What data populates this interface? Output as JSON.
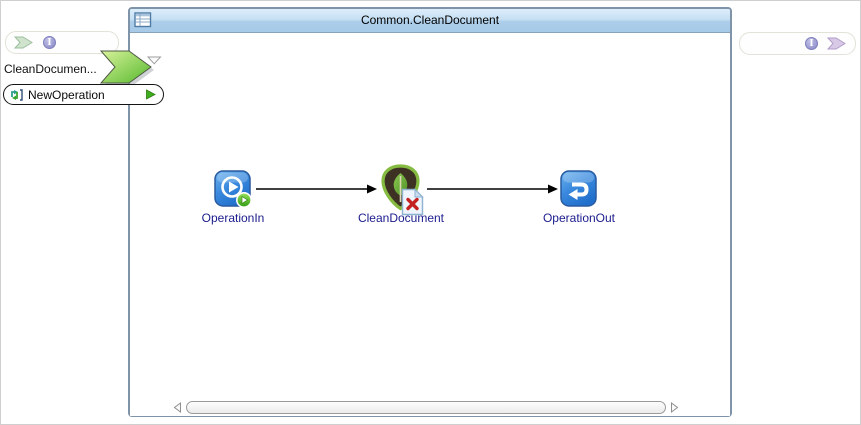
{
  "window": {
    "background": "#ffffff",
    "border_color": "#cfcfcf"
  },
  "left_panel": {
    "toolbar": {
      "icons": [
        "forward-chevron-icon",
        "info-icon"
      ],
      "info_glyph": "I"
    },
    "operation_label": "CleanDocumen...",
    "operation_item": {
      "label": "NewOperation",
      "icons": [
        "operation-sync-icon",
        "run-play-icon"
      ]
    }
  },
  "right_panel": {
    "toolbar": {
      "icons": [
        "info-icon",
        "back-chevron-icon"
      ],
      "info_glyph": "I"
    }
  },
  "diagram": {
    "title": "Common.CleanDocument",
    "title_icon": "table-icon",
    "nodes": [
      {
        "id": "operation-in",
        "label": "OperationIn",
        "icon": "play-circle-icon",
        "badge": "green-run-badge"
      },
      {
        "id": "clean-document",
        "label": "CleanDocument",
        "icon": "mongodb-leaf-icon",
        "badge": "document-error-badge"
      },
      {
        "id": "operation-out",
        "label": "OperationOut",
        "icon": "return-arrow-icon"
      }
    ],
    "edges": [
      {
        "from": "operation-in",
        "to": "clean-document"
      },
      {
        "from": "clean-document",
        "to": "operation-out"
      }
    ],
    "scrollbar": {
      "orientation": "horizontal",
      "thumb_extent": "full"
    }
  },
  "colors": {
    "panel_border": "#7f94a8",
    "titlebar_gradient_top": "#ddeefb",
    "titlebar_gradient_bottom": "#a6cae8",
    "node_label": "#1b1b8e",
    "node_blue_top": "#63acea",
    "node_blue_bottom": "#1f6ecb",
    "chevron_green_light": "#d8f29a",
    "chevron_green_dark": "#55b82c",
    "badge_green": "#35a414",
    "error_red": "#c42222",
    "mongo_dark": "#3d3123",
    "mongo_green": "#85bb40",
    "info_purple": "#8787c6",
    "arrow_black": "#000000"
  }
}
